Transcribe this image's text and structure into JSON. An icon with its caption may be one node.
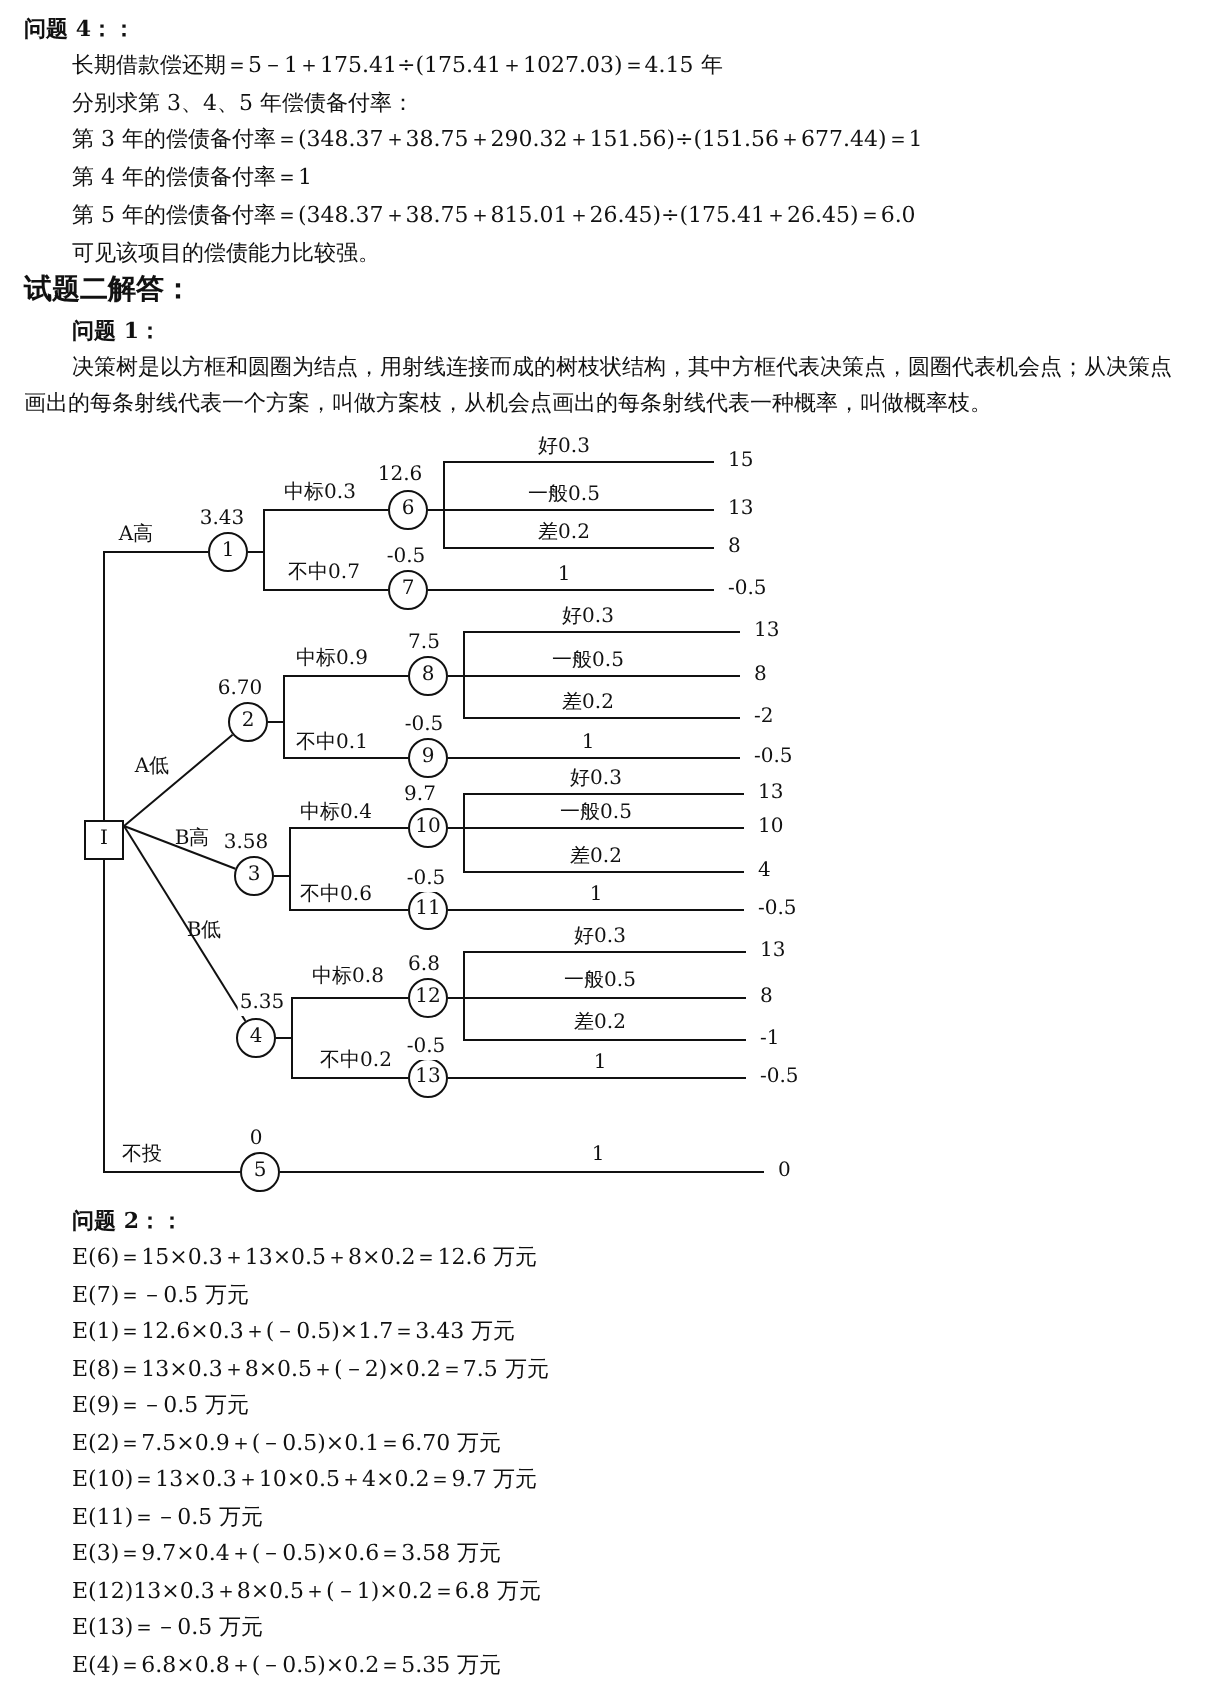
{
  "diagram": {
    "nodes": [
      {
        "text": [
          "I"
        ]
      },
      {
        "text": [
          "1"
        ],
        "beside": [
          "3.43"
        ]
      },
      {
        "text": [
          "6"
        ],
        "beside": [
          "12.6"
        ]
      },
      {
        "text": [
          "7"
        ],
        "beside": [
          "-0.5"
        ]
      },
      {
        "text": [
          "15"
        ]
      },
      {
        "text": [
          "13"
        ]
      },
      {
        "text": [
          "8"
        ]
      },
      {
        "text": [
          "-0.5"
        ]
      },
      {
        "text": [
          "2"
        ],
        "beside": [
          "6.70"
        ]
      },
      {
        "text": [
          "8"
        ],
        "beside": [
          "7.5"
        ]
      },
      {
        "text": [
          "9"
        ],
        "beside": [
          "-0.5"
        ]
      },
      {
        "text": [
          "13"
        ]
      },
      {
        "text": [
          "8"
        ]
      },
      {
        "text": [
          "-2"
        ]
      },
      {
        "text": [
          "-0.5"
        ]
      },
      {
        "text": [
          "3"
        ],
        "beside": [
          "3.58"
        ]
      },
      {
        "text": [
          "10"
        ],
        "beside": [
          "9.7"
        ]
      },
      {
        "text": [
          "11"
        ],
        "beside": [
          "-0.5"
        ]
      },
      {
        "text": [
          "13"
        ]
      },
      {
        "text": [
          "10"
        ]
      },
      {
        "text": [
          "4"
        ]
      },
      {
        "text": [
          "-0.5"
        ]
      },
      {
        "text": [
          "4"
        ],
        "beside": [
          "5.35"
        ]
      },
      {
        "text": [
          "12"
        ],
        "beside": [
          "6.8"
        ]
      },
      {
        "text": [
          "13"
        ],
        "beside": [
          "-0.5"
        ]
      },
      {
        "text": [
          "13"
        ]
      },
      {
        "text": [
          "8"
        ]
      },
      {
        "text": [
          "-1"
        ]
      },
      {
        "text": [
          "-0.5"
        ]
      },
      {
        "text": [
          "5"
        ],
        "beside": [
          "0"
        ]
      },
      {
        "text": [
          "0"
        ]
      }
    ],
    "edges": [
      {
        "from": 0,
        "to": 1,
        "arrow": "none",
        "label": "A高"
      },
      {
        "from": 1,
        "to": 2,
        "arrow": "none",
        "label": "中标0.3"
      },
      {
        "from": 1,
        "to": 3,
        "arrow": "none",
        "label": "不中0.7"
      },
      {
        "from": 2,
        "to": 4,
        "arrow": "none",
        "label": "好0.3"
      },
      {
        "from": 2,
        "to": 5,
        "arrow": "none",
        "label": "一般0.5"
      },
      {
        "from": 2,
        "to": 6,
        "arrow": "none",
        "label": "差0.2"
      },
      {
        "from": 3,
        "to": 7,
        "arrow": "none",
        "label": "1"
      },
      {
        "from": 0,
        "to": 8,
        "arrow": "none",
        "label": "A低"
      },
      {
        "from": 8,
        "to": 9,
        "arrow": "none",
        "label": "中标0.9"
      },
      {
        "from": 8,
        "to": 10,
        "arrow": "none",
        "label": "不中0.1"
      },
      {
        "from": 9,
        "to": 11,
        "arrow": "none",
        "label": "好0.3"
      },
      {
        "from": 9,
        "to": 12,
        "arrow": "none",
        "label": "一般0.5"
      },
      {
        "from": 9,
        "to": 13,
        "arrow": "none",
        "label": "差0.2"
      },
      {
        "from": 10,
        "to": 14,
        "arrow": "none",
        "label": "1"
      },
      {
        "from": 0,
        "to": 15,
        "arrow": "none",
        "label": "B高"
      },
      {
        "from": 15,
        "to": 16,
        "arrow": "none",
        "label": "中标0.4"
      },
      {
        "from": 15,
        "to": 17,
        "arrow": "none",
        "label": "不中0.6"
      },
      {
        "from": 16,
        "to": 18,
        "arrow": "none",
        "label": "好0.3"
      },
      {
        "from": 16,
        "to": 19,
        "arrow": "none",
        "label": "一般0.5"
      },
      {
        "from": 16,
        "to": 20,
        "arrow": "none",
        "label": "差0.2"
      },
      {
        "from": 17,
        "to": 21,
        "arrow": "none",
        "label": "1"
      },
      {
        "from": 0,
        "to": 22,
        "arrow": "none",
        "label": "B低"
      },
      {
        "from": 22,
        "to": 23,
        "arrow": "none",
        "label": "中标0.8"
      },
      {
        "from": 22,
        "to": 24,
        "arrow": "none",
        "label": "不中0.2"
      },
      {
        "from": 23,
        "to": 25,
        "arrow": "none",
        "label": "好0.3"
      },
      {
        "from": 23,
        "to": 26,
        "arrow": "none",
        "label": "一般0.5"
      },
      {
        "from": 23,
        "to": 27,
        "arrow": "none",
        "label": "差0.2"
      },
      {
        "from": 24,
        "to": 28,
        "arrow": "none",
        "label": "1"
      },
      {
        "from": 0,
        "to": 29,
        "arrow": "none",
        "label": "不投"
      },
      {
        "from": 29,
        "to": 30,
        "arrow": "none",
        "label": "1"
      }
    ],
    "labels": [
      "问题 4：：",
      "长期借款偿还期＝5－1＋175.41÷(175.41＋1027.03)＝4.15 年",
      "分别求第 3、4、5 年偿债备付率：",
      "第 3 年的偿债备付率＝(348.37＋38.75＋290.32＋151.56)÷(151.56＋677.44)＝1",
      "第 4 年的偿债备付率＝1",
      "第 5 年的偿债备付率＝(348.37＋38.75＋815.01＋26.45)÷(175.41＋26.45)＝6.0",
      "可见该项目的偿债能力比较强。",
      "试题二解答：",
      "问题 1：",
      "决策树是以方框和圆圈为结点，用射线连接而成的树枝状结构，其中方框代表决策点，圆圈代表机会点；从决策点画出的每条射线代表一个方案，叫做方案枝，从机会点画出的每条射线代表一种概率，叫做概率枝。",
      "问题 2：：",
      "E(6)＝15×0.3＋13×0.5＋8×0.2＝12.6 万元",
      "E(7)＝－0.5 万元",
      "E(1)＝12.6×0.3＋(－0.5)×1.7＝3.43 万元",
      "E(8)＝13×0.3＋8×0.5＋(－2)×0.2＝7.5 万元",
      "E(9)＝－0.5 万元",
      "E(2)＝7.5×0.9＋(－0.5)×0.1＝6.70 万元",
      "E(10)＝13×0.3＋10×0.5＋4×0.2＝9.7 万元",
      "E(11)＝－0.5 万元",
      "E(3)＝9.7×0.4＋(－0.5)×0.6＝3.58 万元",
      "E(12)13×0.3＋8×0.5＋(－1)×0.2＝6.8 万元",
      "E(13)＝－0.5 万元",
      "E(4)＝6.8×0.8＋(－0.5)×0.2＝5.35 万元"
    ]
  }
}
